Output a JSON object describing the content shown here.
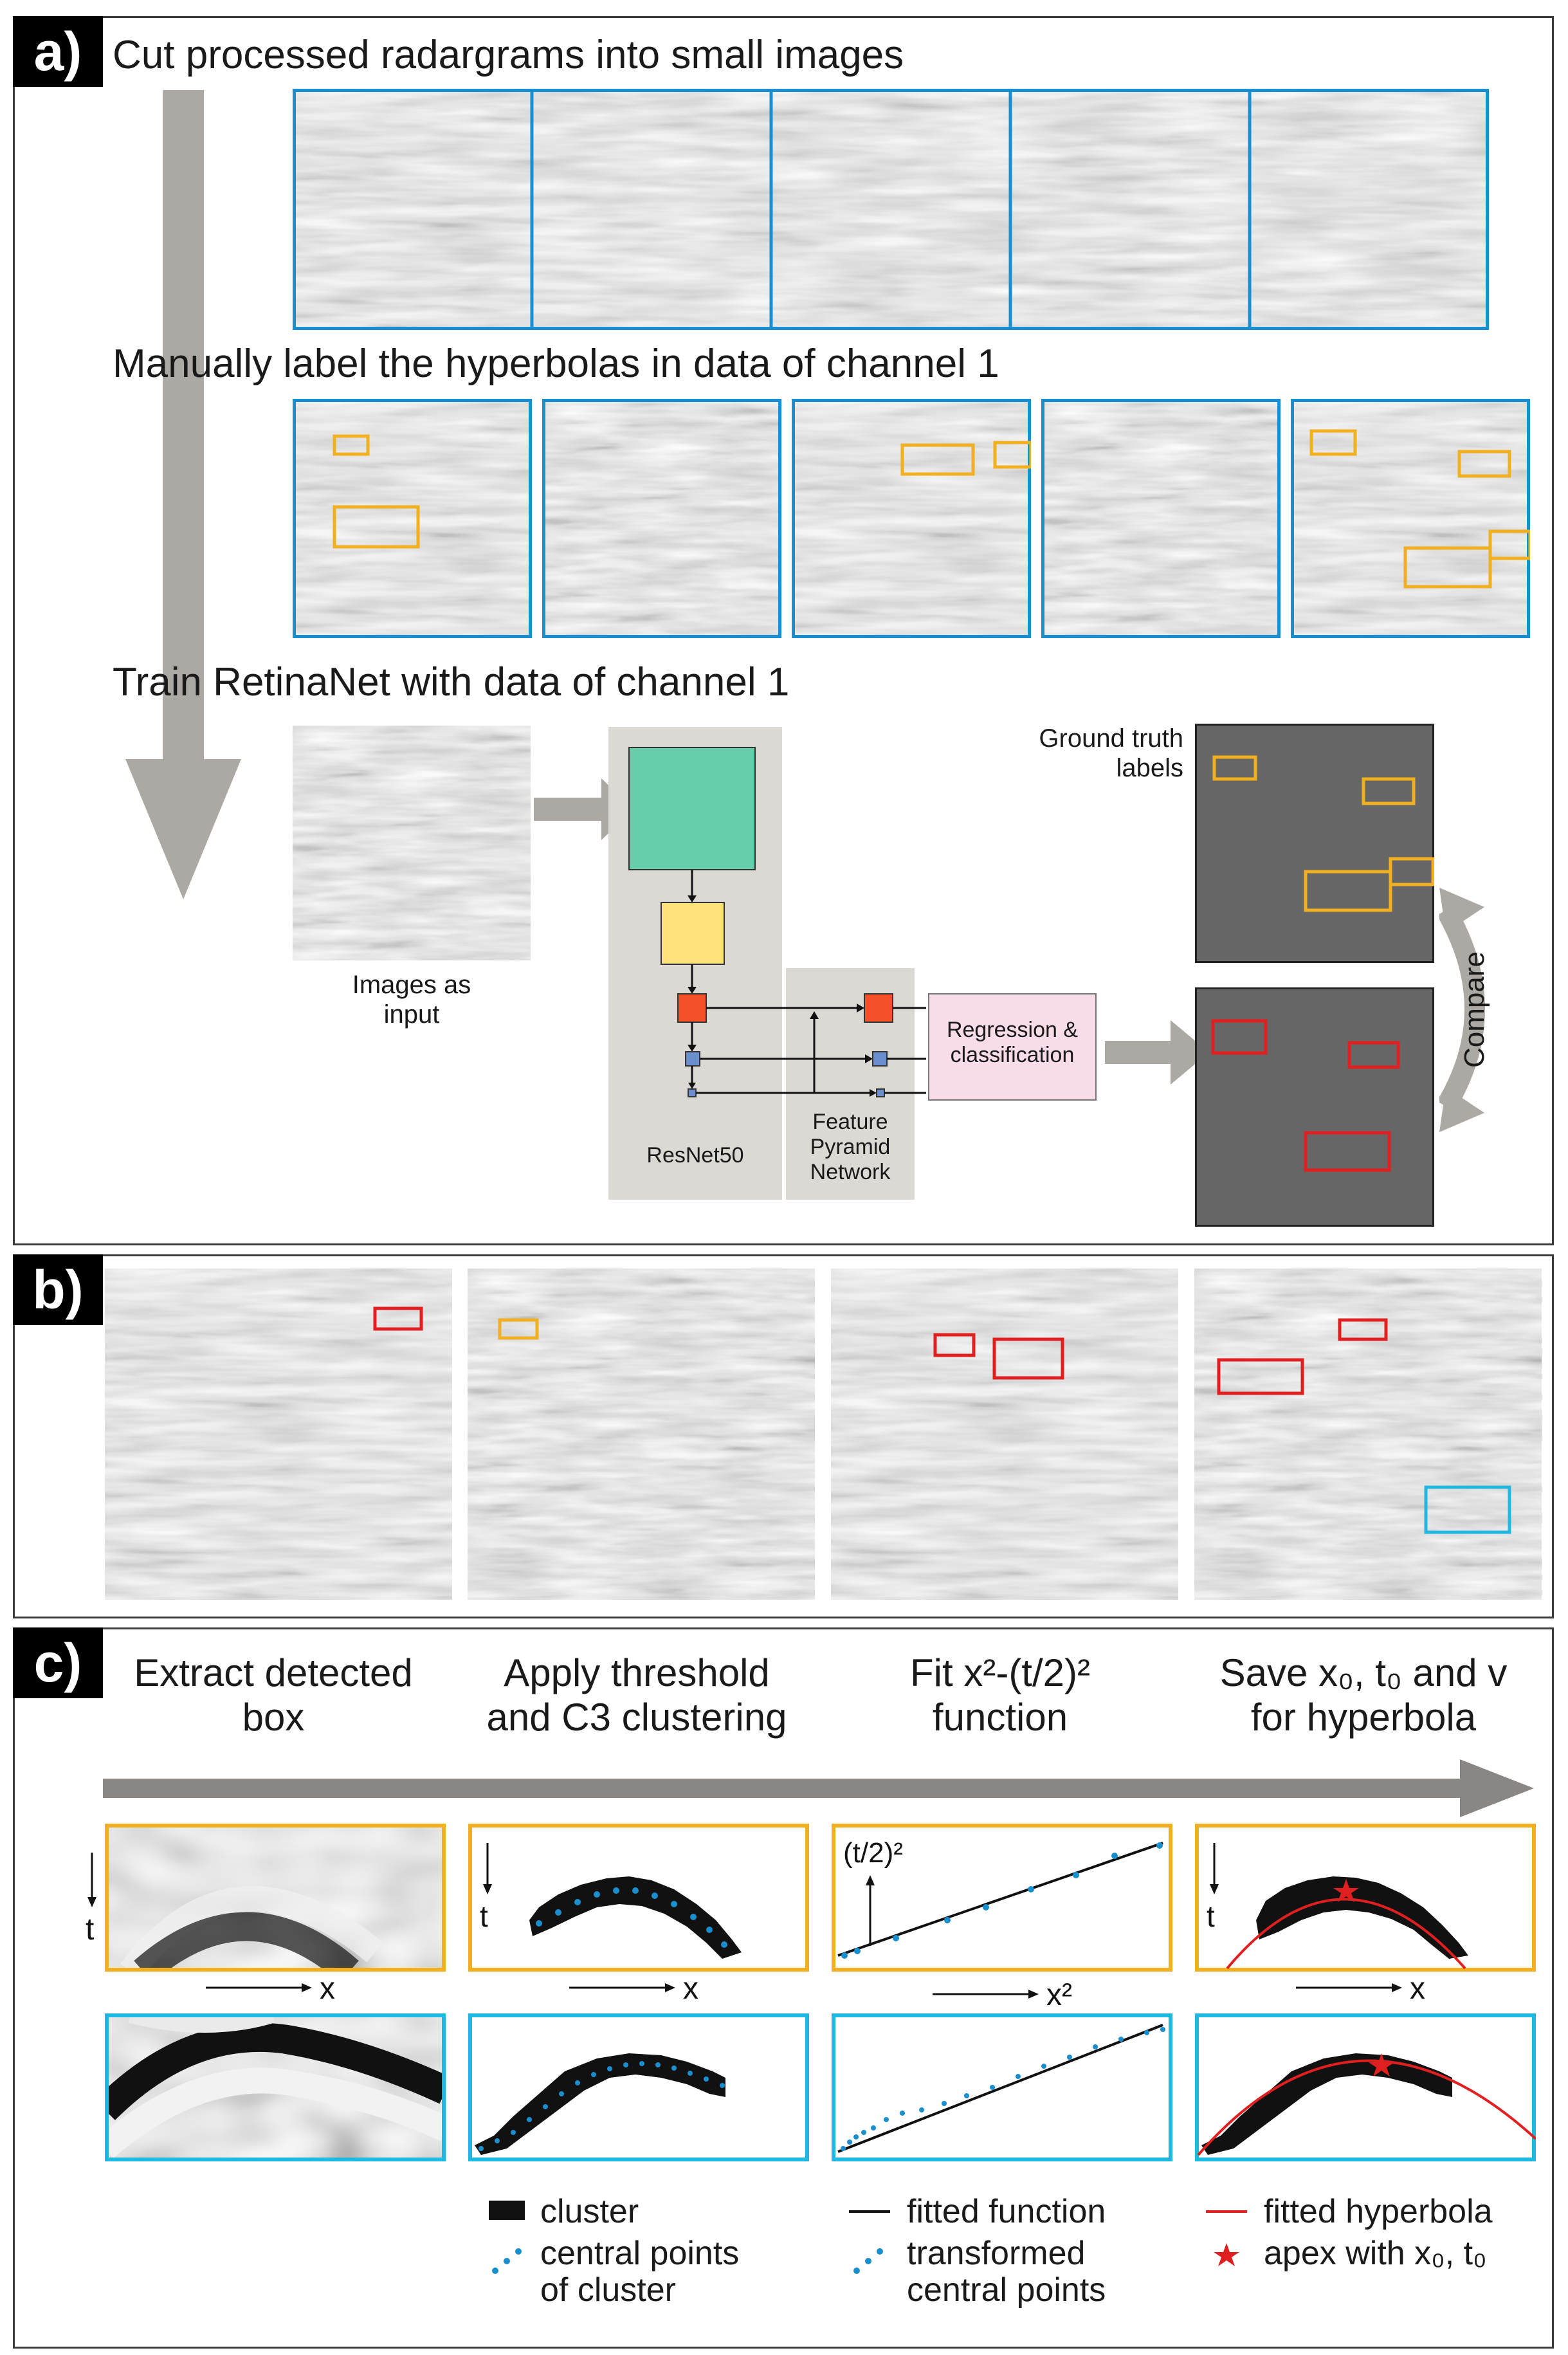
{
  "panel_a": {
    "badge": "a)",
    "step1_title": "Cut processed radargrams into small images",
    "step2_title": "Manually label the hyperbolas in data of channel 1",
    "step3_title": "Train RetinaNet with data of channel 1",
    "input_label": [
      "Images as",
      "input"
    ],
    "resnet_label": "ResNet50",
    "fpn_label": [
      "Feature",
      "Pyramid",
      "Network"
    ],
    "regression_label": [
      "Regression &",
      "classification"
    ],
    "ground_truth_label": [
      "Ground truth",
      "labels"
    ],
    "compare_label": "Compare"
  },
  "panel_b": {
    "badge": "b)"
  },
  "panel_c": {
    "badge": "c)",
    "col1_title": [
      "Extract detected",
      "box"
    ],
    "col2_title": [
      "Apply threshold",
      "and C3 clustering"
    ],
    "col3_title_line1": "Fit x²-(t/2)²",
    "col3_title_line2": "function",
    "col4_title_line1": "Save x₀, t₀ and v",
    "col4_title_line2": "for hyperbola",
    "axis_t": "t",
    "axis_x": "x",
    "axis_x2": "x²",
    "axis_t2": "(t/2)²",
    "legend": {
      "cluster": "cluster",
      "central_points": [
        "central points",
        "of cluster"
      ],
      "fitted_function": "fitted function",
      "transformed_points": [
        "transformed",
        "central points"
      ],
      "fitted_hyperbola": "fitted hyperbola",
      "apex": "apex with x₀, t₀"
    }
  },
  "colors": {
    "orange": "#f0b020",
    "blue_frame": "#1a8fd0",
    "cyan": "#20b8e0",
    "red": "#e02020",
    "teal_block": "#66cdaa",
    "yellow_block": "#ffe37a",
    "red_block": "#f4502a",
    "small_block": "#6a8fcf",
    "pink_box": "#f8dce8",
    "gray_panel": "#dcd8d4",
    "gray_arrow": "#aca8a4",
    "dark_gray": "#666666"
  }
}
